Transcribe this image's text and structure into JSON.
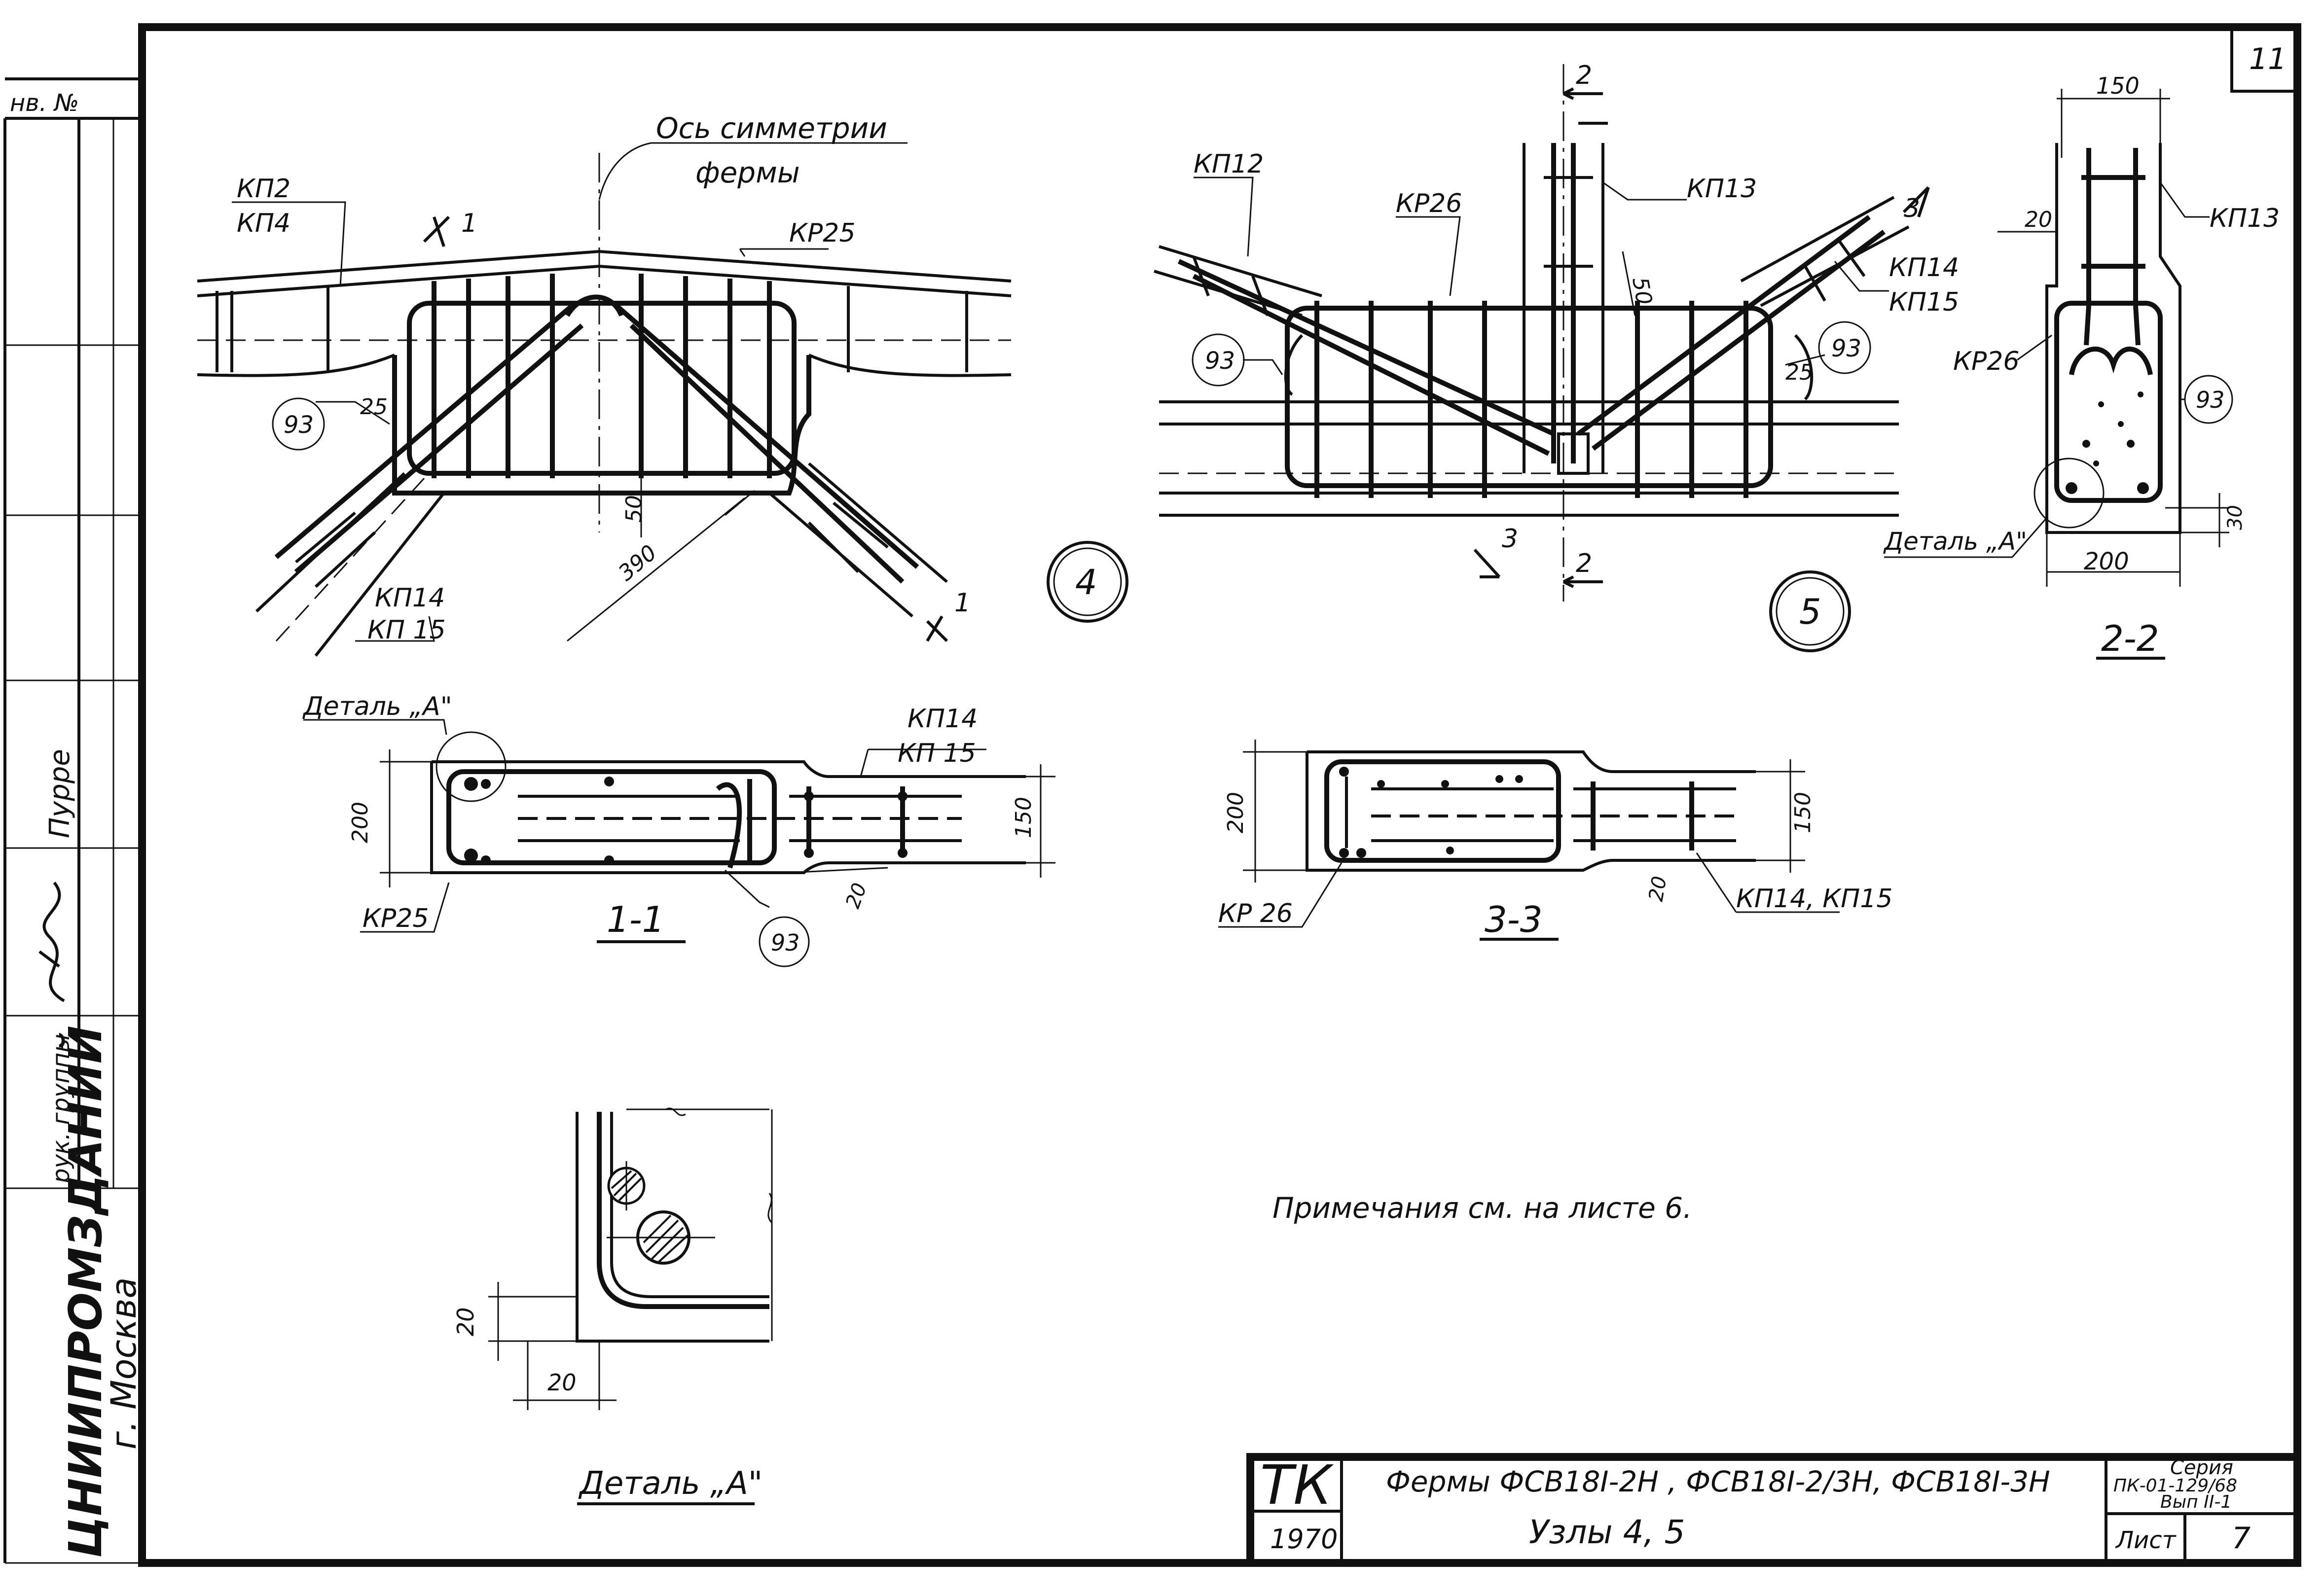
{
  "sheet_number": "11",
  "side_stamp": {
    "inv_no": "нв. №",
    "group_head": "рук. группы",
    "surname": "Пурре",
    "org": "ЦНИИПРОМЗДАНИЙ",
    "city": "г. Москва"
  },
  "node4": {
    "axis_label_1": "Ось симметрии",
    "axis_label_2": "фермы",
    "kp2": "КП2",
    "kp4": "КП4",
    "kr25": "КР25",
    "bubble93": "93",
    "dim25": "25",
    "dim50": "50",
    "dim390": "390",
    "kp14": "КП14",
    "kp15": "КП 15",
    "sec_mark": "1",
    "node_no": "4"
  },
  "node5": {
    "kp12": "КП12",
    "kr26": "КР26",
    "kp13": "КП13",
    "kp14": "КП14",
    "kp15": "КП15",
    "bubble93a": "93",
    "bubble93b": "93",
    "dim25": "25",
    "dim50": "50",
    "sec2": "2",
    "sec3": "3",
    "node_no": "5"
  },
  "section22": {
    "dim150": "150",
    "dim20": "20",
    "kp13": "КП13",
    "kr26": "КР26",
    "bubble93": "93",
    "dim30": "30",
    "detail": "Деталь „А\"",
    "dim200": "200",
    "title": "2-2"
  },
  "section11": {
    "detail": "Деталь „А\"",
    "kp14": "КП14",
    "kp15": "КП 15",
    "dim200": "200",
    "dim150": "150",
    "dim20": "20",
    "kr25": "КР25",
    "bubble93": "93",
    "title": "1-1"
  },
  "section33": {
    "dim200": "200",
    "dim150": "150",
    "dim20": "20",
    "kr26": "КР 26",
    "kp1415": "КП14, КП15",
    "title": "3-3"
  },
  "detailA": {
    "dim20v": "20",
    "dim20h": "20",
    "title": "Деталь „А\""
  },
  "note": "Примечания см. на листе 6.",
  "title_block": {
    "tk": "ТК",
    "year": "1970",
    "line1": "Фермы ФСВ18I-2Н , ФСВ18I-2/3Н, ФСВ18I-3Н",
    "line2": "Узлы 4, 5",
    "series_1": "Серия",
    "series_2": "ПК-01-129/68",
    "series_3": "Вып II-1",
    "sheet_label": "Лист",
    "sheet_value": "7"
  }
}
